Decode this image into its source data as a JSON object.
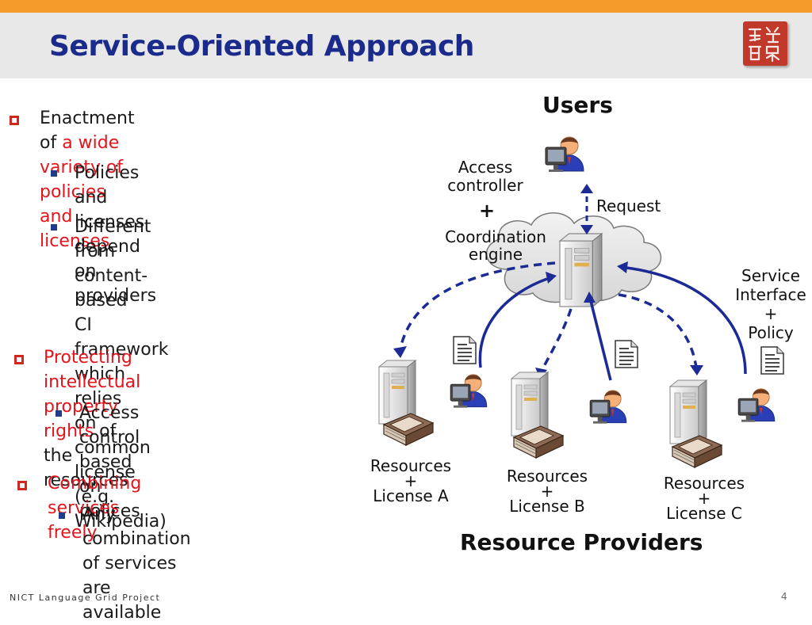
{
  "slide": {
    "title": "Service-Oriented Approach",
    "footer": "NICT  Language  Grid  Project",
    "page_number": "4"
  },
  "bullets": [
    {
      "parts": [
        {
          "text": "Enactment of ",
          "emphasis": false
        },
        {
          "text": "a wide variety of",
          "emphasis": true
        },
        {
          "text": "policies and licenses",
          "emphasis": true
        }
      ],
      "sub": [
        {
          "lines": [
            "Policies and licenses depend",
            "on providers"
          ]
        },
        {
          "lines": [
            "Different from content-based",
            "CI framework which relies",
            "on common license",
            "(e.g. Wikipedia)"
          ]
        }
      ]
    },
    {
      "parts": [
        {
          "text": "Protecting intellectual property",
          "emphasis": true
        },
        {
          "text": "rights",
          "emphasis": true
        },
        {
          "text": " of the resources",
          "emphasis": false
        }
      ],
      "sub": [
        {
          "lines": [
            "Access control based on",
            "polices"
          ]
        }
      ]
    },
    {
      "parts": [
        {
          "text": "Combining services freely",
          "emphasis": true
        }
      ],
      "sub": [
        {
          "lines": [
            "Any combination of services",
            "are available"
          ]
        }
      ]
    }
  ],
  "diagram": {
    "users_label": "Users",
    "access_controller": [
      "Access",
      "controller"
    ],
    "plus": "+",
    "coordination_engine": [
      "Coordination",
      "engine"
    ],
    "request_label": "Request",
    "service_interface": [
      "Service",
      "Interface",
      "+",
      "Policy"
    ],
    "resources_a": [
      "Resources",
      "+",
      "License A"
    ],
    "resources_b": [
      "Resources",
      "+",
      "License B"
    ],
    "resources_c": [
      "Resources",
      "+",
      "License C"
    ],
    "providers_label": "Resource Providers"
  },
  "colors": {
    "accent_orange": "#f39c2b",
    "title_blue": "#1a2b8c",
    "emphasis_red": "#e3141b",
    "arrow_blue": "#1b2a94",
    "bullet_red": "#d0281e",
    "bullet_blue": "#1f3d8a"
  },
  "icons": [
    "logo-seal-icon",
    "user-at-computer-icon",
    "server-icon",
    "cloud-icon",
    "document-icon",
    "book-icon"
  ]
}
